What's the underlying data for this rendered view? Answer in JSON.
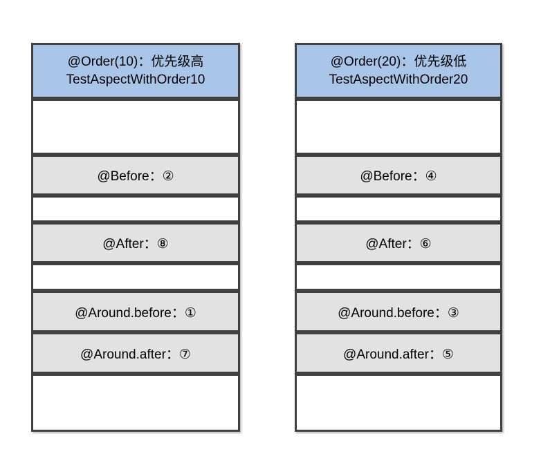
{
  "colors": {
    "header_fill": "#a9c6e8",
    "gray_row_fill": "#e2e2e2",
    "white_row_fill": "#ffffff",
    "border": "#404040",
    "text": "#000000"
  },
  "columns": [
    {
      "id": "order10",
      "header": {
        "line1": "@Order(10)：优先级高",
        "line2": "TestAspectWithOrder10"
      },
      "rows": {
        "before": "@Before：②",
        "after": "@After：⑧",
        "around_before": "@Around.before：①",
        "around_after": "@Around.after：⑦"
      }
    },
    {
      "id": "order20",
      "header": {
        "line1": "@Order(20)：优先级低",
        "line2": "TestAspectWithOrder20"
      },
      "rows": {
        "before": "@Before：④",
        "after": "@After：⑥",
        "around_before": "@Around.before：③",
        "around_after": "@Around.after：⑤"
      }
    }
  ]
}
